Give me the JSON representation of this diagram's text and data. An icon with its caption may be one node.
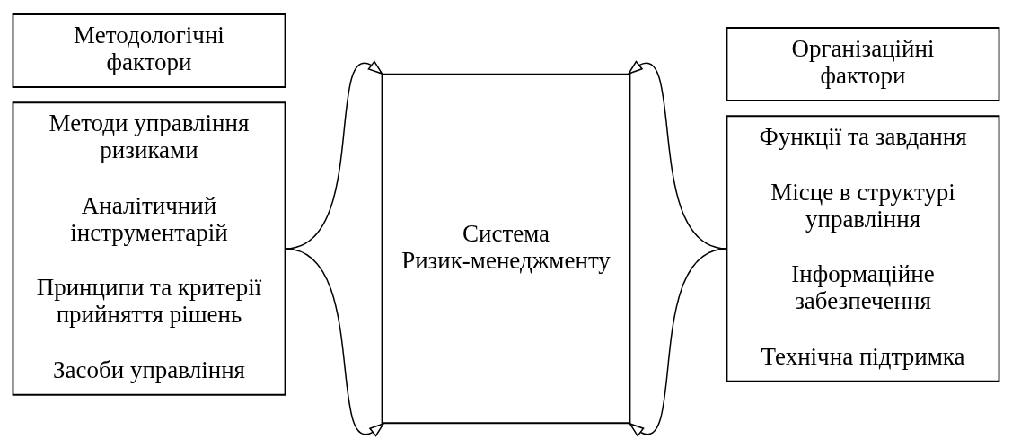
{
  "diagram": {
    "nodes": [
      {
        "text": [
          "Методологічні фактори"
        ]
      },
      {
        "text": [
          "Методи управління ризиками",
          "Аналітичний інструментарій",
          "Принципи та критерії прийняття рішень",
          "Засоби управління"
        ]
      },
      {
        "text": [
          "Система Ризик-менеджменту"
        ]
      },
      {
        "text": [
          "Організаційні фактори"
        ]
      },
      {
        "text": [
          "Функції та завдання",
          "Місце в структурі управління",
          "Інформаційне забезпечення",
          "Технічна підтримка"
        ]
      }
    ],
    "edges": [
      {
        "from": 1,
        "to": 2,
        "arrow": "to"
      },
      {
        "from": 1,
        "to": 2,
        "arrow": "to"
      },
      {
        "from": 4,
        "to": 2,
        "arrow": "to"
      },
      {
        "from": 4,
        "to": 2,
        "arrow": "to"
      }
    ]
  }
}
